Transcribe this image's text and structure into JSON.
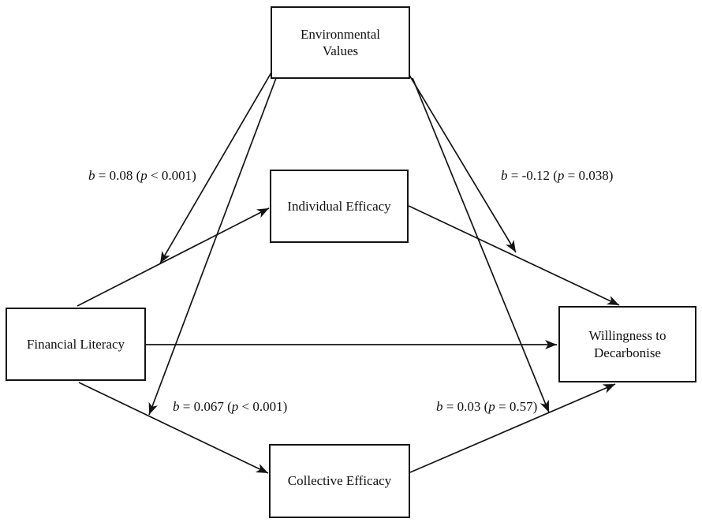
{
  "diagram": {
    "type": "path-model",
    "background": "#ffffff",
    "line_color": "#141414",
    "text_color": "#101010",
    "nodes": [
      {
        "id": "environmental-values",
        "label": "Environmental Values"
      },
      {
        "id": "individual-efficacy",
        "label": "Individual Efficacy"
      },
      {
        "id": "financial-literacy",
        "label": "Financial Literacy"
      },
      {
        "id": "willingness-to-decarbonise",
        "label": "Willingness to Decarbonise"
      },
      {
        "id": "collective-efficacy",
        "label": "Collective Efficacy"
      }
    ],
    "edges": [
      {
        "from": "Financial Literacy",
        "to": "Individual Efficacy"
      },
      {
        "from": "Financial Literacy",
        "to": "Willingness to Decarbonise"
      },
      {
        "from": "Financial Literacy",
        "to": "Collective Efficacy"
      },
      {
        "from": "Individual Efficacy",
        "to": "Willingness to Decarbonise"
      },
      {
        "from": "Collective Efficacy",
        "to": "Willingness to Decarbonise"
      },
      {
        "from": "Environmental Values",
        "to": "path: Financial Literacy to Individual Efficacy",
        "label": "b = 0.08 (p < 0.001)"
      },
      {
        "from": "Environmental Values",
        "to": "path: Individual Efficacy to Willingness to Decarbonise",
        "label": "b = -0.12 (p = 0.038)"
      },
      {
        "from": "Environmental Values",
        "to": "path: Financial Literacy to Collective Efficacy",
        "label": "b = 0.067 (p < 0.001)"
      },
      {
        "from": "Environmental Values",
        "to": "path: Collective Efficacy to Willingness to Decarbonise",
        "label": "b = 0.03 (p = 0.57)"
      }
    ],
    "path_labels": [
      {
        "var1": "b",
        "mid1": " = 0.08 (",
        "var2": "p",
        "mid2": " < 0.001)"
      },
      {
        "var1": "b",
        "mid1": " = -0.12 (",
        "var2": "p",
        "mid2": " = 0.038)"
      },
      {
        "var1": "b",
        "mid1": " = 0.067 (",
        "var2": "p",
        "mid2": " < 0.001)"
      },
      {
        "var1": "b",
        "mid1": " = 0.03 (",
        "var2": "p",
        "mid2": " = 0.57)"
      }
    ]
  }
}
